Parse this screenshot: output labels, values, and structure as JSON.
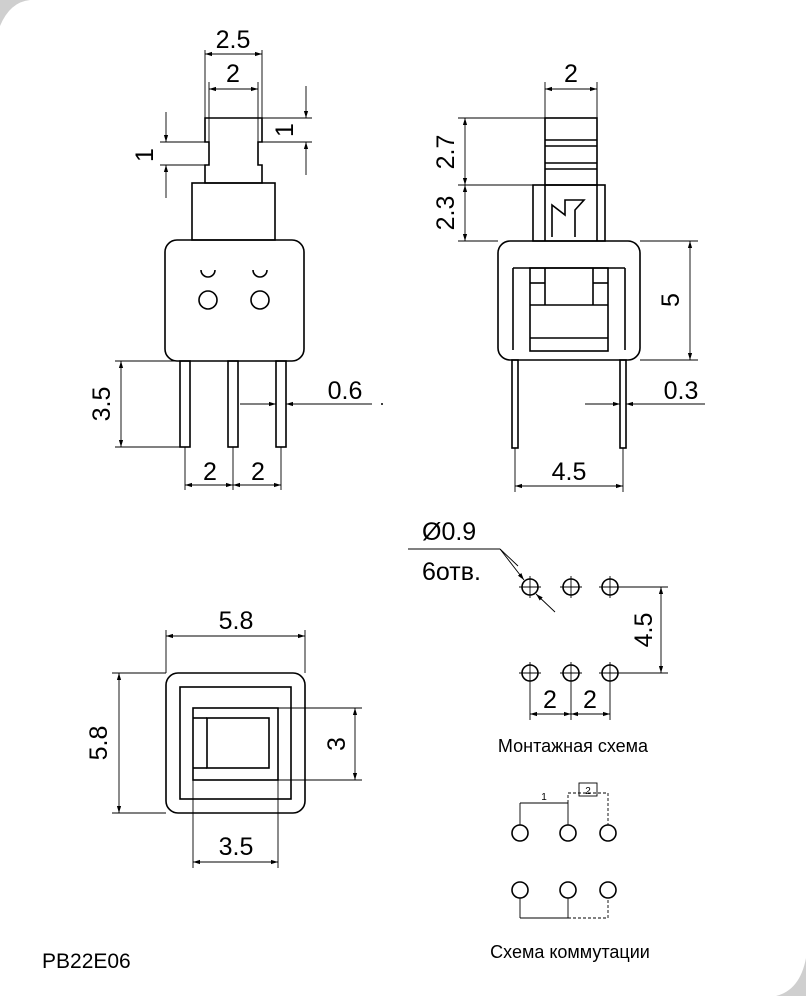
{
  "model": "PB22E06",
  "front_view": {
    "dim_top_outer": "2.5",
    "dim_top_inner": "2",
    "dim_left_step": "1",
    "dim_right_step": "1",
    "dim_pin_length": "3.5",
    "dim_pin_width": "0.6",
    "dim_pitch_left": "2",
    "dim_pitch_right": "2"
  },
  "side_view": {
    "dim_button_width": "2",
    "dim_button_height": "2.7",
    "dim_collar_height": "2.3",
    "dim_body_height": "5",
    "dim_pin_thickness": "0.3",
    "dim_pin_span": "4.5"
  },
  "bottom_view": {
    "dim_width": "5.8",
    "dim_height": "5.8",
    "dim_window_height": "3",
    "dim_window_width": "3.5"
  },
  "mounting": {
    "hole_diameter": "Ø0.9",
    "hole_count": "6отв.",
    "dim_row_spacing": "4.5",
    "dim_pitch_left": "2",
    "dim_pitch_right": "2",
    "caption": "Монтажная  схема"
  },
  "switching": {
    "label_1": "1",
    "label_2": "2",
    "caption": "Схема коммутации"
  }
}
